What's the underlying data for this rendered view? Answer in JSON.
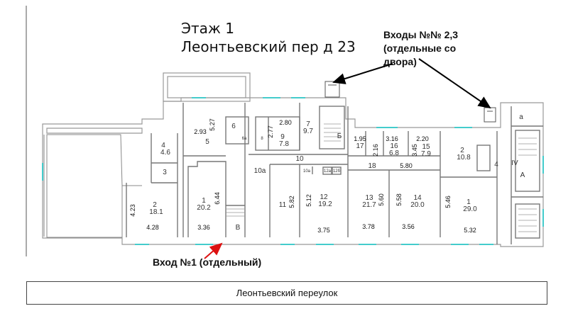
{
  "header": {
    "floor": "Этаж 1",
    "address": "Леонтьевский пер д 23"
  },
  "callouts": {
    "entrances_yard_line1": "Входы №№ 2,3",
    "entrances_yard_line2": "(отдельные со",
    "entrances_yard_line3": "двора)",
    "entrance_main": "Вход №1 (отдельный)"
  },
  "street": {
    "label": "Леонтьевский переулок"
  },
  "rooms": {
    "r4": "4",
    "r4_area": "4.6",
    "r3": "3",
    "r2": "2",
    "r2_area": "18.1",
    "r2_dim_v": "4.23",
    "r2_dim_h": "4.28",
    "r5": "5",
    "r5_dim_a": "2.93",
    "r5_dim_b": "5.27",
    "r6": "6",
    "r6a": "6а",
    "r8": "8",
    "r9": "9",
    "r9_area": "7.8",
    "r9_dim_a": "2.77",
    "r9_dim_b": "2.80",
    "r7": "7",
    "r7_area": "9.7",
    "rB_stair": "Б",
    "r1": "1",
    "r1_area": "20.2",
    "r1_dim_v": "6.44",
    "r1_dim_h": "3.36",
    "rV": "В",
    "r10": "10",
    "r10a": "10а",
    "r10a_small": "10а",
    "r12a": "12а",
    "r12b": "12б",
    "r11": "11",
    "r11_dim": "5.82",
    "r12": "12",
    "r12_area": "19.2",
    "r12_dim_v": "5.12",
    "r12_dim_h": "3.75",
    "r17": "17",
    "r17_dim": "1.95",
    "r16": "16",
    "r16_area": "6.8",
    "r16_dim_a": "2.16",
    "r16_dim_b": "3.16",
    "r15": "15",
    "r15_area": "7.9",
    "r15_dim_a": "2.20",
    "r15_dim_b": "3.45",
    "r18": "18",
    "r18_dim": "5.80",
    "r13": "13",
    "r13_area": "21.7",
    "r13_dim_v": "5.60",
    "r13_dim_h": "3.78",
    "r14": "14",
    "r14_area": "20.0",
    "r14_dim_v": "5.58",
    "r14_dim_h": "3.56",
    "rII_2": "2",
    "rII_2_area": "10.8",
    "r4b": "4",
    "rII_1": "1",
    "rII_1_area": "29.0",
    "rII_1_dim_v": "5.46",
    "rII_1_dim_h": "5.32",
    "rIV": "IV",
    "rA": "А",
    "ra": "а"
  }
}
